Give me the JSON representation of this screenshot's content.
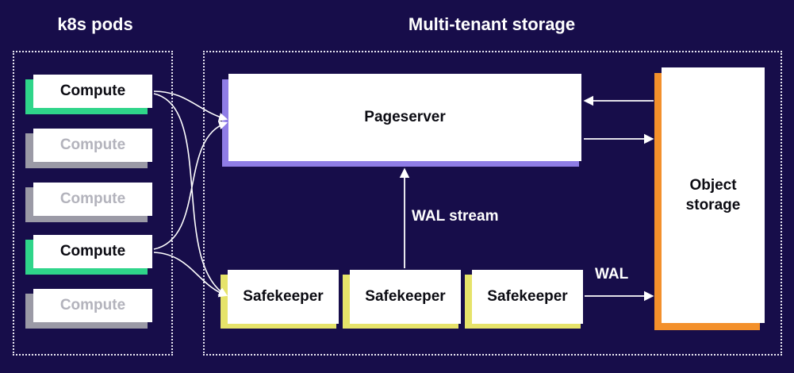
{
  "colors": {
    "background": "#170d4a",
    "compute_active_accent": "#2fd58a",
    "compute_inactive_accent": "#9b9aa6",
    "pageserver_accent": "#8f7de6",
    "safekeeper_accent": "#e6e36a",
    "object_storage_accent": "#f3902b",
    "arrow": "#ffffff"
  },
  "groups": {
    "k8s_pods": {
      "title": "k8s pods"
    },
    "multi_tenant_storage": {
      "title": "Multi-tenant storage"
    }
  },
  "computes": [
    {
      "label": "Compute",
      "active": true
    },
    {
      "label": "Compute",
      "active": false
    },
    {
      "label": "Compute",
      "active": false
    },
    {
      "label": "Compute",
      "active": true
    },
    {
      "label": "Compute",
      "active": false
    }
  ],
  "pageserver": {
    "label": "Pageserver"
  },
  "safekeepers": [
    {
      "label": "Safekeeper"
    },
    {
      "label": "Safekeeper"
    },
    {
      "label": "Safekeeper"
    }
  ],
  "object_storage": {
    "label_line1": "Object",
    "label_line2": "storage"
  },
  "edges": {
    "wal_stream": "WAL stream",
    "wal": "WAL"
  }
}
